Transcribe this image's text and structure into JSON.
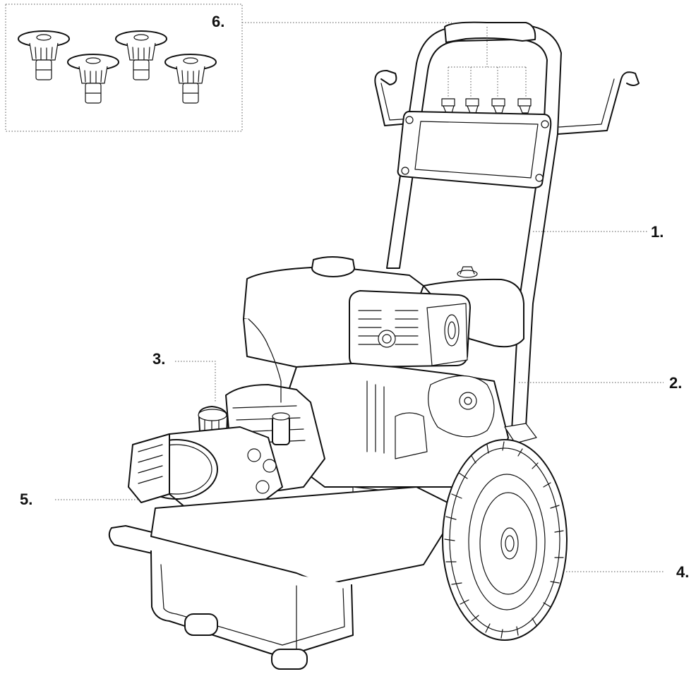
{
  "callouts": [
    {
      "id": "1",
      "text": "1."
    },
    {
      "id": "2",
      "text": "2."
    },
    {
      "id": "3",
      "text": "3."
    },
    {
      "id": "4",
      "text": "4."
    },
    {
      "id": "5",
      "text": "5."
    },
    {
      "id": "6",
      "text": "6."
    }
  ],
  "nozzle_tips": {
    "count": 4
  }
}
